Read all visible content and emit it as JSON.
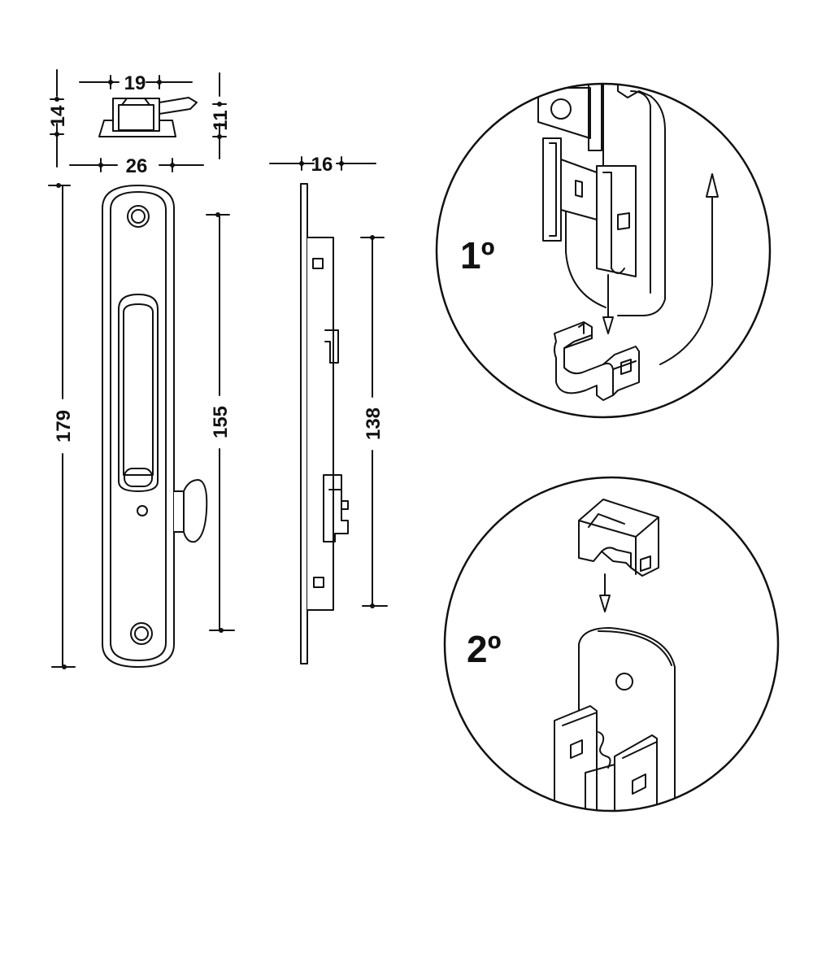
{
  "dimensions": {
    "top_width": "19",
    "top_height_left": "14",
    "top_height_right": "11",
    "plate_width": "26",
    "side_depth": "16",
    "plate_height": "179",
    "hole_spacing": "155",
    "lock_height": "138"
  },
  "steps": {
    "step1": "1º",
    "step2": "2º"
  },
  "colors": {
    "line": "#111111",
    "paper": "#ffffff"
  }
}
